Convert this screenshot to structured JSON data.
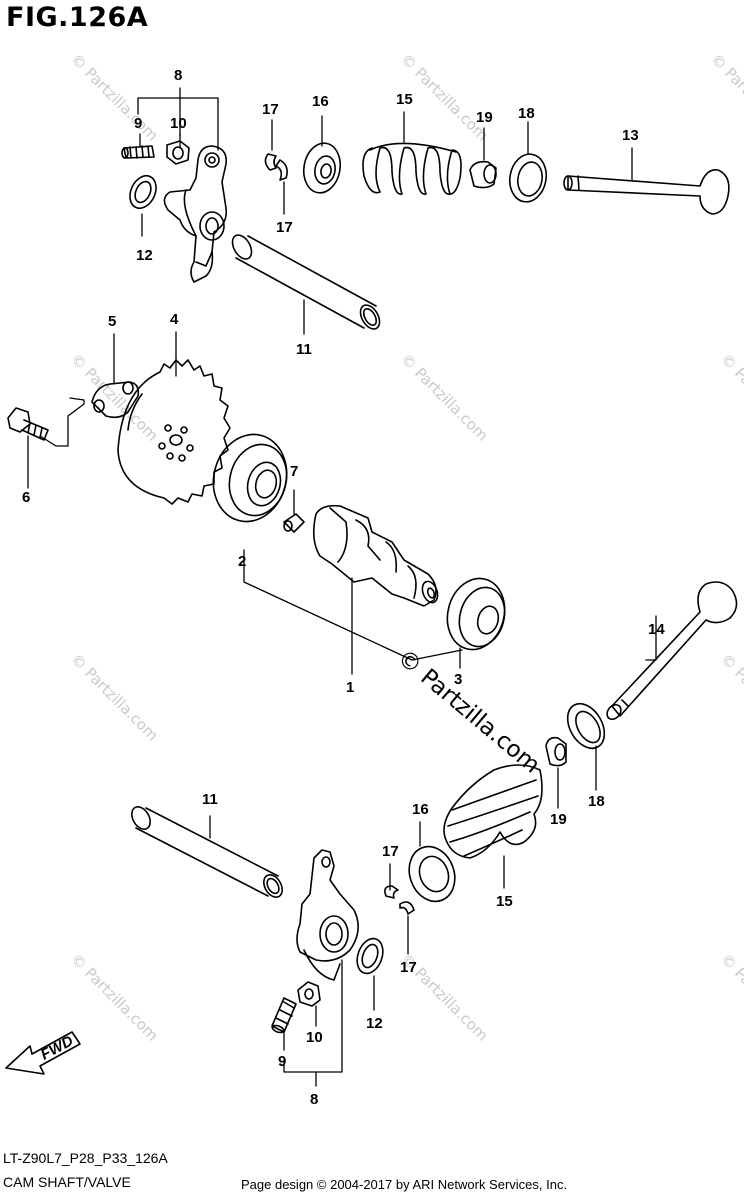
{
  "figure": {
    "title": "FIG.126A",
    "model_code": "LT-Z90L7_P28_P33_126A",
    "section_name": "CAM SHAFT/VALVE",
    "credit": "Page design © 2004-2017 by ARI Network Services, Inc.",
    "fwd_label": "FWD",
    "watermark_text": "© Partzilla.com",
    "stamp_text": "© Partzilla.com"
  },
  "callouts": {
    "c8_top": "8",
    "c9_top": "9",
    "c10_top": "10",
    "c12_top": "12",
    "c17_a": "17",
    "c17_b": "17",
    "c16_top": "16",
    "c15_top": "15",
    "c19_top": "19",
    "c18_top": "18",
    "c13": "13",
    "c11_top": "11",
    "c5": "5",
    "c4": "4",
    "c6": "6",
    "c7": "7",
    "c2": "2",
    "c1": "1",
    "c3": "3",
    "c14": "14",
    "c19_bot": "19",
    "c18_bot": "18",
    "c11_bot": "11",
    "c16_bot": "16",
    "c17_c": "17",
    "c17_d": "17",
    "c15_bot": "15",
    "c12_bot": "12",
    "c9_bot": "9",
    "c10_bot": "10",
    "c8_bot": "8"
  }
}
